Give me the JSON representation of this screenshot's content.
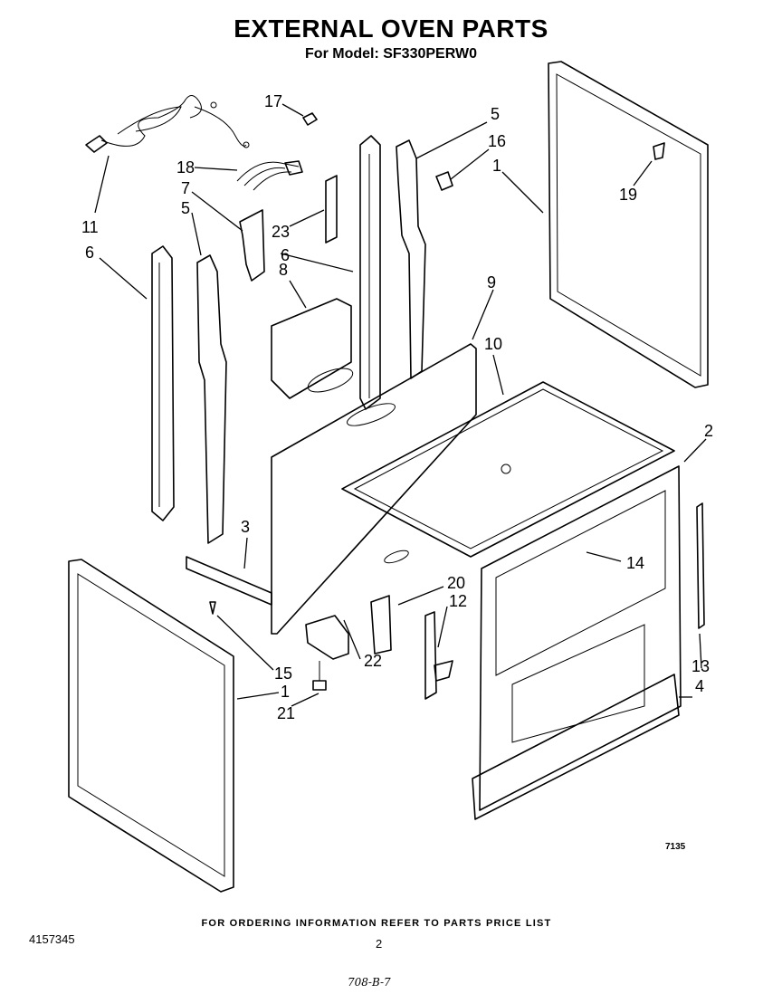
{
  "header": {
    "title": "EXTERNAL OVEN PARTS",
    "subtitle": "For Model: SF330PERW0"
  },
  "footer": {
    "ordering_note": "FOR ORDERING INFORMATION REFER TO PARTS PRICE LIST",
    "document_number": "4157345",
    "page_number": "2",
    "drawing_number": "7135",
    "handwritten_note": "708-B-7"
  },
  "callouts": [
    {
      "id": "c17",
      "text": "17"
    },
    {
      "id": "c5a",
      "text": "5"
    },
    {
      "id": "c16",
      "text": "16"
    },
    {
      "id": "c1a",
      "text": "1"
    },
    {
      "id": "c18",
      "text": "18"
    },
    {
      "id": "c7",
      "text": "7"
    },
    {
      "id": "c5b",
      "text": "5"
    },
    {
      "id": "c19",
      "text": "19"
    },
    {
      "id": "c11",
      "text": "11"
    },
    {
      "id": "c23",
      "text": "23"
    },
    {
      "id": "c6a",
      "text": "6"
    },
    {
      "id": "c6b",
      "text": "6"
    },
    {
      "id": "c8",
      "text": "8"
    },
    {
      "id": "c9",
      "text": "9"
    },
    {
      "id": "c10",
      "text": "10"
    },
    {
      "id": "c2",
      "text": "2"
    },
    {
      "id": "c3",
      "text": "3"
    },
    {
      "id": "c14",
      "text": "14"
    },
    {
      "id": "c20",
      "text": "20"
    },
    {
      "id": "c12",
      "text": "12"
    },
    {
      "id": "c15",
      "text": "15"
    },
    {
      "id": "c22",
      "text": "22"
    },
    {
      "id": "c13",
      "text": "13"
    },
    {
      "id": "c4",
      "text": "4"
    },
    {
      "id": "c1b",
      "text": "1"
    },
    {
      "id": "c21",
      "text": "21"
    }
  ]
}
